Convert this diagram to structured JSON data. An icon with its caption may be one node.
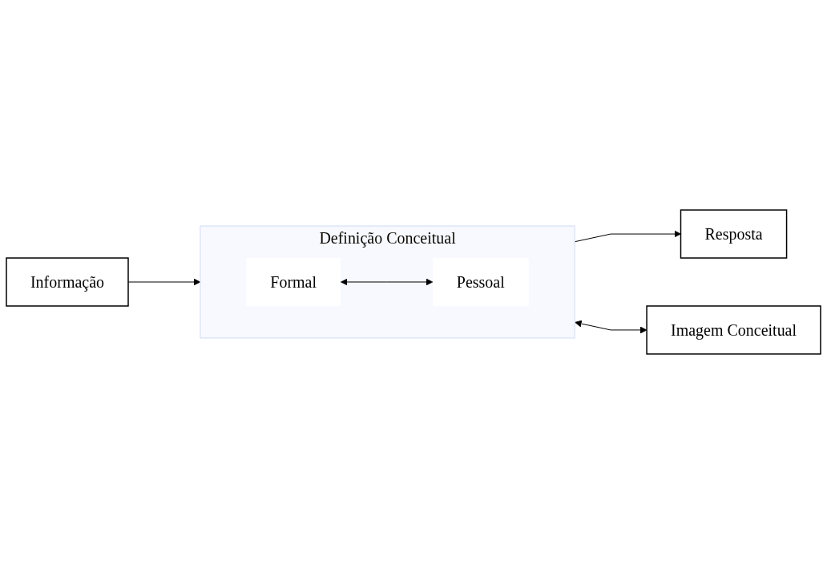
{
  "diagram": {
    "nodes": [
      {
        "text": [
          "Resposta"
        ]
      },
      {
        "text": [
          "Definição Conceitual"
        ]
      },
      {
        "text": [
          "Formal"
        ],
        "in": 1
      },
      {
        "text": [
          "Pessoal"
        ],
        "in": 1
      },
      {
        "text": [
          "Imagem Conceitual"
        ]
      },
      {
        "text": [
          "Informação"
        ]
      }
    ],
    "edges": [
      {
        "from": 5,
        "to": 1,
        "arrow": "to"
      },
      {
        "from": 1,
        "to": 0,
        "arrow": "to"
      },
      {
        "from": 1,
        "to": 4,
        "arrow": "both"
      },
      {
        "from": 2,
        "to": 3,
        "arrow": "both"
      }
    ]
  }
}
